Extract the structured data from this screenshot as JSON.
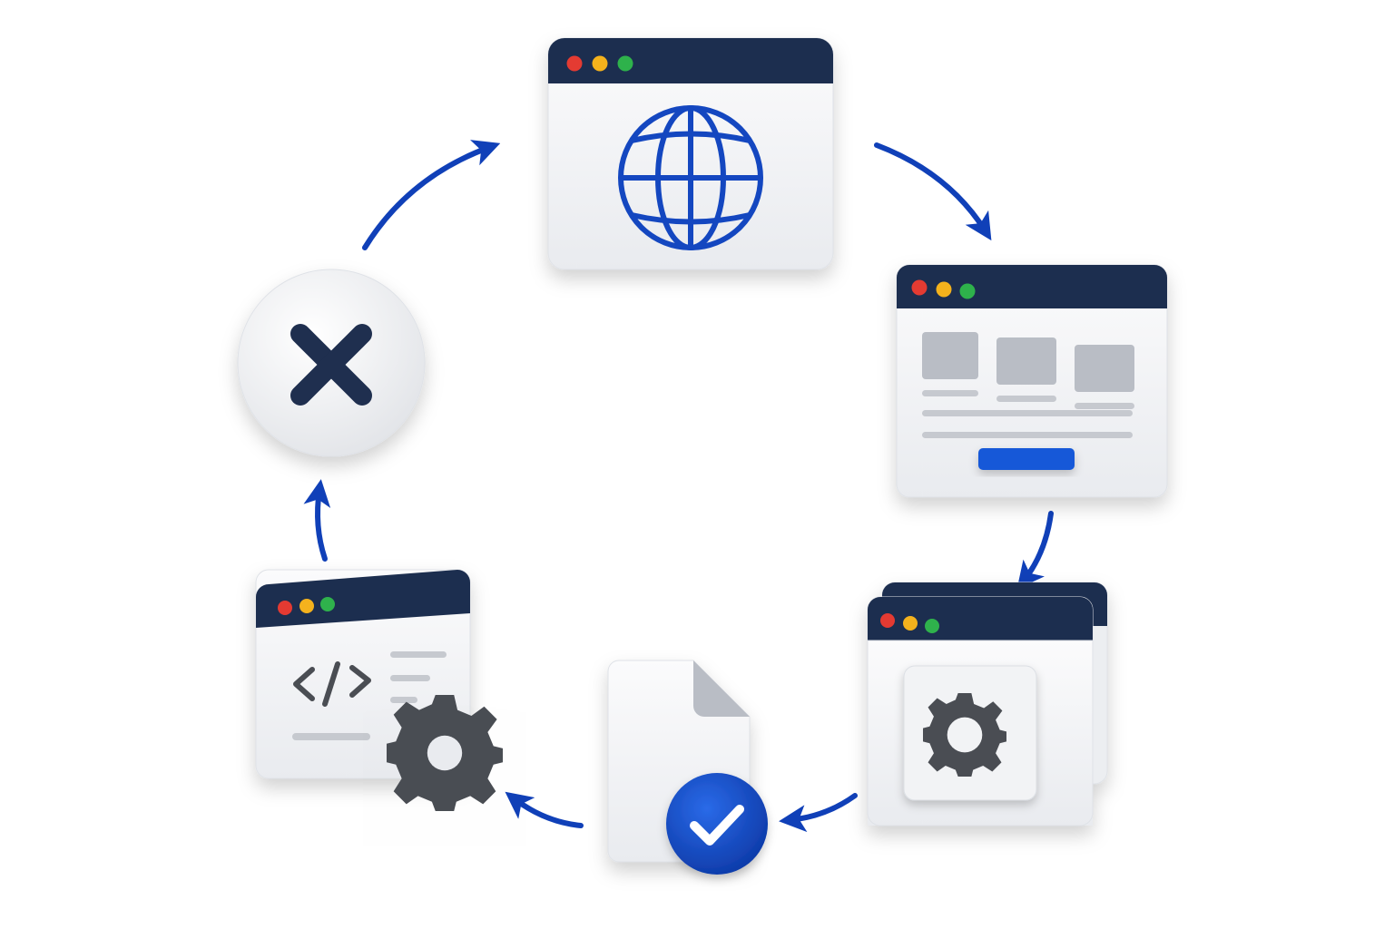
{
  "colors": {
    "titlebar": "#1f2f4f",
    "accent_blue": "#1040b8",
    "button_blue": "#1358d8",
    "window_body": "#f4f5f7",
    "placeholder": "#b8bcc4",
    "gear": "#4a4d53",
    "dot_red": "#e43a32",
    "dot_yellow": "#f4b21d",
    "dot_green": "#2fb24c",
    "x_mark": "#1f2f4f"
  },
  "nodes": [
    {
      "id": "browser-globe",
      "icon": "globe-icon"
    },
    {
      "id": "web-layout",
      "icon": "layout-icon"
    },
    {
      "id": "stacked-config",
      "icon": "gear-icon"
    },
    {
      "id": "document-approved",
      "icon": "check-icon"
    },
    {
      "id": "code-build",
      "icon": "code-icon"
    },
    {
      "id": "cancel",
      "icon": "close-icon"
    }
  ],
  "cycle_direction": "clockwise"
}
